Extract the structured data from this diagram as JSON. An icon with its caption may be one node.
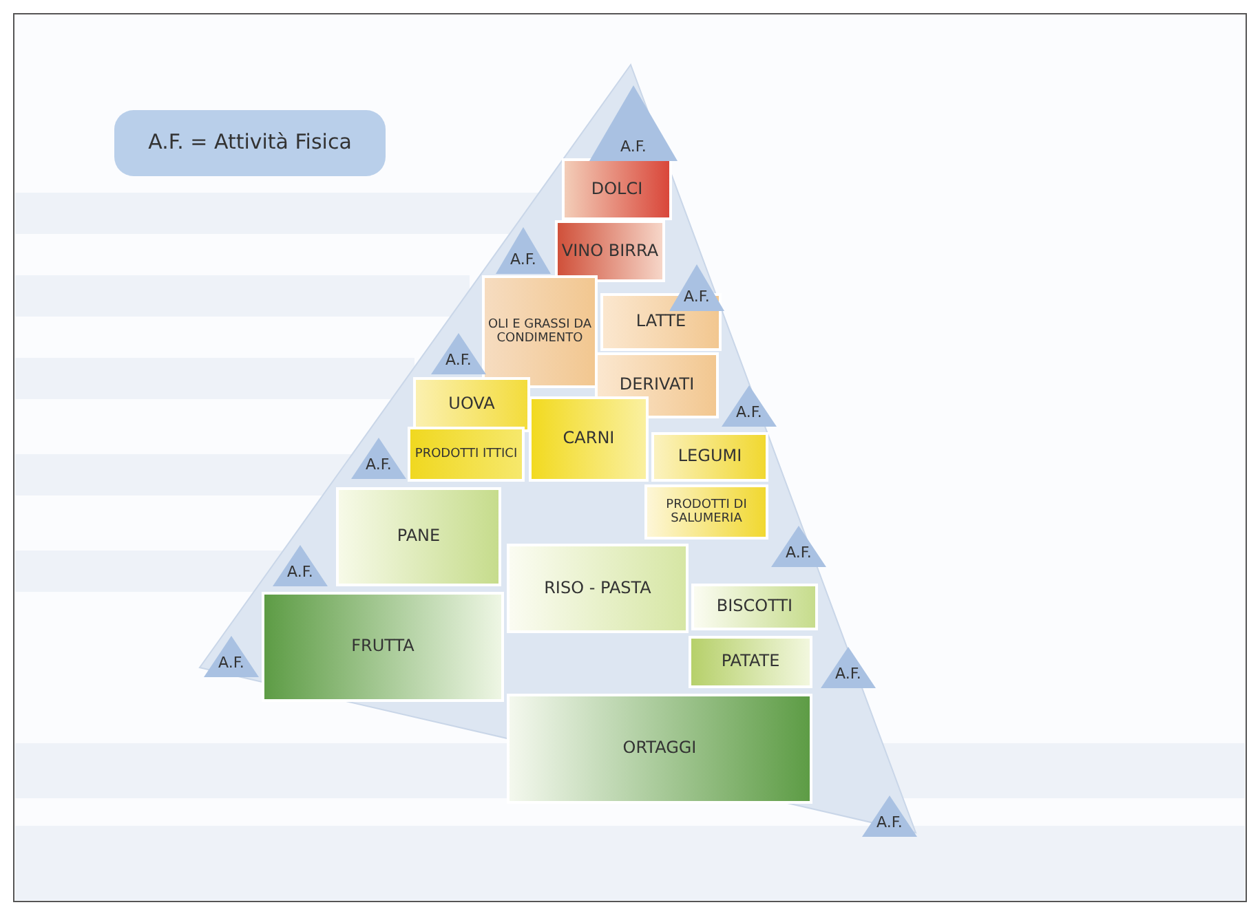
{
  "diagram": {
    "nodes": [
      {
        "text": [
          "A.F. = Attività Fisica"
        ]
      },
      {
        "text": [
          "A.F."
        ]
      },
      {
        "text": [
          "DOLCI"
        ]
      },
      {
        "text": [
          "VINO BIRRA"
        ]
      },
      {
        "text": [
          "A.F."
        ]
      },
      {
        "text": [
          "A.F."
        ]
      },
      {
        "text": [
          "OLI E GRASSI DA CONDIMENTO"
        ]
      },
      {
        "text": [
          "LATTE"
        ]
      },
      {
        "text": [
          "DERIVATI"
        ]
      },
      {
        "text": [
          "A.F."
        ]
      },
      {
        "text": [
          "A.F."
        ]
      },
      {
        "text": [
          "UOVA"
        ]
      },
      {
        "text": [
          "PRODOTTI ITTICI"
        ]
      },
      {
        "text": [
          "CARNI"
        ]
      },
      {
        "text": [
          "LEGUMI"
        ]
      },
      {
        "text": [
          "PRODOTTI DI SALUMERIA"
        ]
      },
      {
        "text": [
          "A.F."
        ]
      },
      {
        "text": [
          "A.F."
        ]
      },
      {
        "text": [
          "PANE"
        ]
      },
      {
        "text": [
          "RISO - PASTA"
        ]
      },
      {
        "text": [
          "BISCOTTI"
        ]
      },
      {
        "text": [
          "PATATE"
        ]
      },
      {
        "text": [
          "A.F."
        ]
      },
      {
        "text": [
          "A.F."
        ]
      },
      {
        "text": [
          "FRUTTA"
        ]
      },
      {
        "text": [
          "ORTAGGI"
        ]
      },
      {
        "text": [
          "A.F."
        ]
      },
      {
        "text": [
          "A.F."
        ]
      }
    ]
  }
}
